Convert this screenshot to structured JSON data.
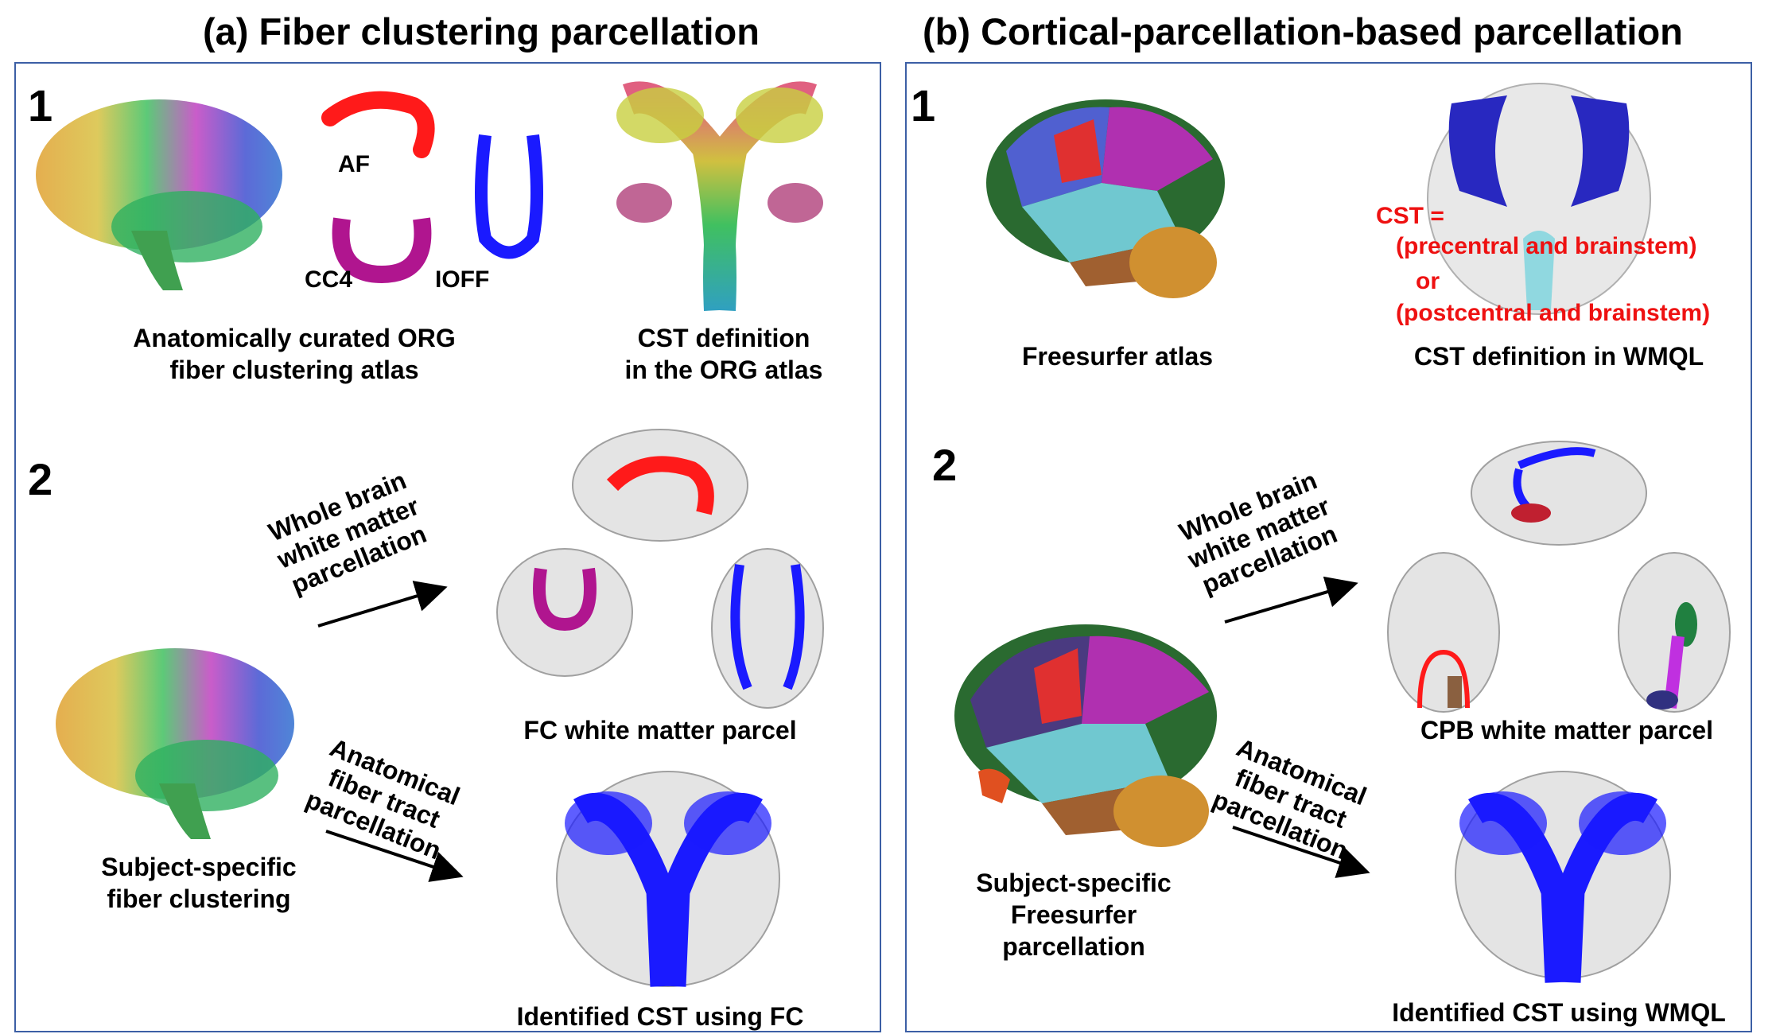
{
  "panel_a": {
    "title": "(a) Fiber clustering parcellation",
    "step1_number": "1",
    "step2_number": "2",
    "label_af": "AF",
    "label_cc4": "CC4",
    "label_ioff": "IOFF",
    "caption_atlas_line1": "Anatomically curated ORG",
    "caption_atlas_line2": "fiber clustering atlas",
    "caption_cst_line1": "CST definition",
    "caption_cst_line2": "in the ORG atlas",
    "arrow1_line1": "Whole brain",
    "arrow1_line2": "white matter",
    "arrow1_line3": "parcellation",
    "arrow2_line1": "Anatomical",
    "arrow2_line2": "fiber tract",
    "arrow2_line3": "parcellation",
    "caption_subject_line1": "Subject-specific",
    "caption_subject_line2": "fiber clustering",
    "caption_parcel": "FC white matter parcel",
    "caption_identified": "Identified CST using FC"
  },
  "panel_b": {
    "title": "(b) Cortical-parcellation-based parcellation",
    "step1_number": "1",
    "step2_number": "2",
    "cst_eq": "CST =",
    "cst_line1": "(precentral  and brainstem)",
    "cst_or": "or",
    "cst_line2": "(postcentral  and brainstem)",
    "caption_freesurfer": "Freesurfer atlas",
    "caption_wmql": "CST definition in WMQL",
    "arrow1_line1": "Whole brain",
    "arrow1_line2": "white matter",
    "arrow1_line3": "parcellation",
    "arrow2_line1": "Anatomical",
    "arrow2_line2": "fiber tract",
    "arrow2_line3": "parcellation",
    "caption_subject_line1": "Subject-specific",
    "caption_subject_line2": "Freesurfer",
    "caption_subject_line3": "parcellation",
    "caption_parcel": "CPB white matter parcel",
    "caption_identified": "Identified CST using WMQL"
  },
  "colors": {
    "border": "#3c5fa5",
    "tract_blue": "#1a1aff",
    "tract_red": "#ff1a1a",
    "tract_magenta": "#b0158f",
    "label_red": "#ee1111"
  }
}
